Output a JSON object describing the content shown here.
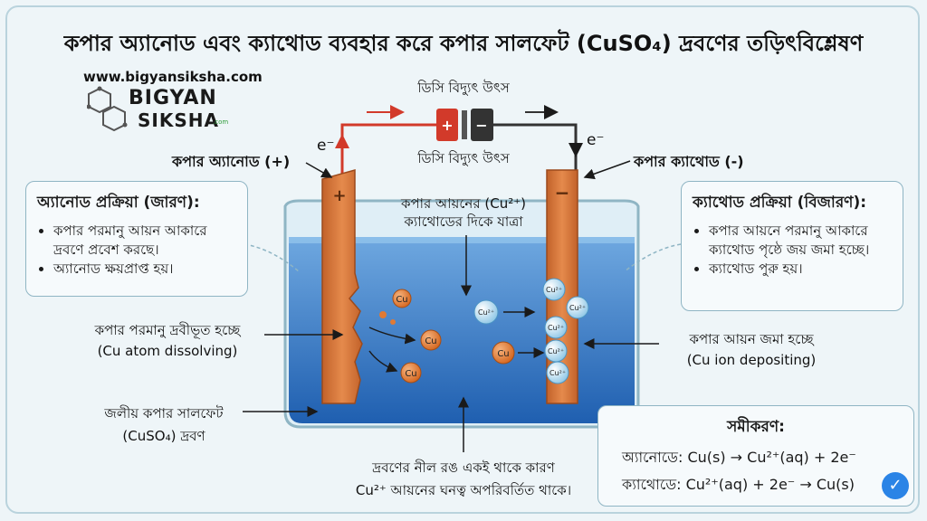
{
  "title": "কপার অ্যানোড এবং ক্যাথোড ব্যবহার করে কপার সালফেট (CuSO₄) দ্রবণের তড়িৎবিশ্লেষণ",
  "website": "www.bigyansiksha.com",
  "logo": {
    "line1": "BIGYAN",
    "line2": "SIKSHA",
    "line3": ".com"
  },
  "power": {
    "top_label": "ডিসি বিদ্যুৎ উৎস",
    "bottom_label": "ডিসি বিদ্যুৎ উৎস",
    "plus": "+",
    "minus": "−"
  },
  "electron_left": "e⁻",
  "electron_right": "e⁻",
  "anode_label": "কপার অ্যানোড (+)",
  "cathode_label": "কপার ক্যাথোড (-)",
  "anode_sign": "+",
  "cathode_sign": "−",
  "ion_move": {
    "line1": "কপার আয়নের (Cu²⁺)",
    "line2": "ক্যাথোডের দিকে যাত্রা"
  },
  "anode_box": {
    "heading": "অ্যানোড প্রক্রিয়া (জারণ):",
    "items": [
      "কপার পরমানু আয়ন আকারে দ্রবণে প্রবেশ করছে।",
      "অ্যানোড ক্ষয়প্রাপ্ত হয়।"
    ]
  },
  "cathode_box": {
    "heading": "ক্যাথোড প্রক্রিয়া (বিজারণ):",
    "items": [
      "কপার আয়নে পরমানু আকারে ক্যাথোড পৃষ্ঠে জয় জমা হচ্ছে।",
      "ক্যাথোড পুরু হয়।"
    ]
  },
  "dissolve": {
    "line1": "কপার পরমানু দ্রবীভূত হচ্ছে",
    "line2": "(Cu atom dissolving)"
  },
  "deposit": {
    "line1": "কপার আয়ন জমা হচ্ছে",
    "line2": "(Cu ion depositing)"
  },
  "solution": {
    "line1": "জলীয় কপার সালফেট",
    "line2": "(CuSO₄) দ্রবণ"
  },
  "blue_note": {
    "line1": "দ্রবণের নীল রঙ একই থাকে কারণ",
    "line2": "Cu²⁺ আয়নের ঘনত্ব অপরিবর্তিত থাকে।"
  },
  "equations": {
    "heading": "সমীকরণ:",
    "anode": "অ্যানোডে: Cu(s) → Cu²⁺(aq) + 2e⁻",
    "cathode": "ক্যাথোডে: Cu²⁺(aq) + 2e⁻ → Cu(s)"
  },
  "particles": {
    "cu": "Cu",
    "cu2": "Cu²⁺"
  },
  "colors": {
    "solution": "#2f78c6",
    "copper": "#d9773a",
    "wire_red": "#d23a2a",
    "wire_dark": "#333333",
    "ion": "#cfe9f6"
  }
}
